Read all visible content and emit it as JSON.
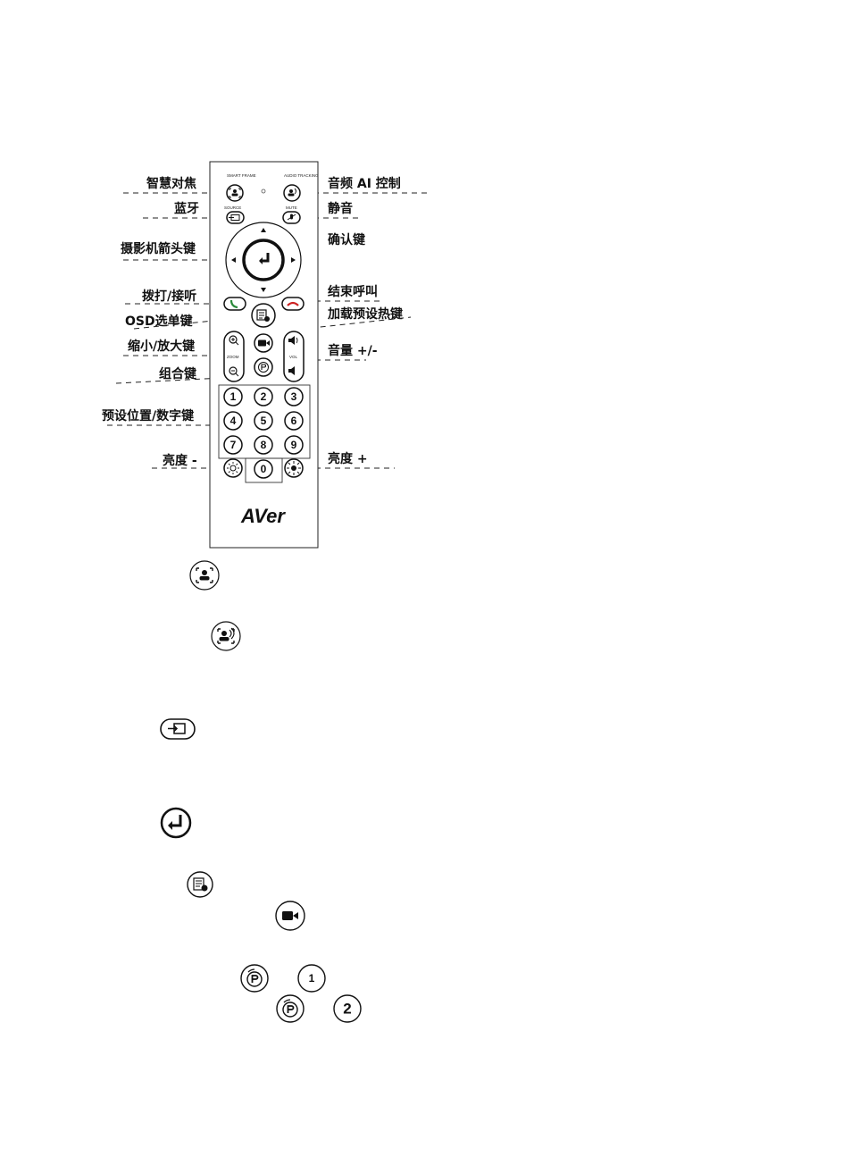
{
  "labels": {
    "smart_frame": "智慧对焦",
    "audio_tracking": "音频 AI 控制",
    "bluetooth": "蓝牙",
    "mute": "静音",
    "camera_arrows": "摄影机箭头键",
    "enter": "确认键",
    "call": "拨打/接听",
    "end_call": "结束呼叫",
    "osd": "OSD选单键",
    "load_preset": "加载预设热键",
    "zoom": "缩小/放大键",
    "volume": "音量 +/-",
    "combo": "组合键",
    "preset_numbers": "预设位置/数字键",
    "brightness_minus": "亮度 -",
    "brightness_plus": "亮度 +"
  },
  "remote": {
    "smart_frame_text": "SMART FRAME",
    "audio_tracking_text": "AUDIO TRACKING",
    "source_text": "SOURCE",
    "mute_text": "MUTE",
    "zoom_text": "ZOOM",
    "vol_text": "VOL",
    "keys": [
      "1",
      "2",
      "3",
      "4",
      "5",
      "6",
      "7",
      "8",
      "9",
      "0"
    ],
    "brand": "AVer"
  },
  "legend": {
    "key_1": "1",
    "key_2": "2"
  }
}
